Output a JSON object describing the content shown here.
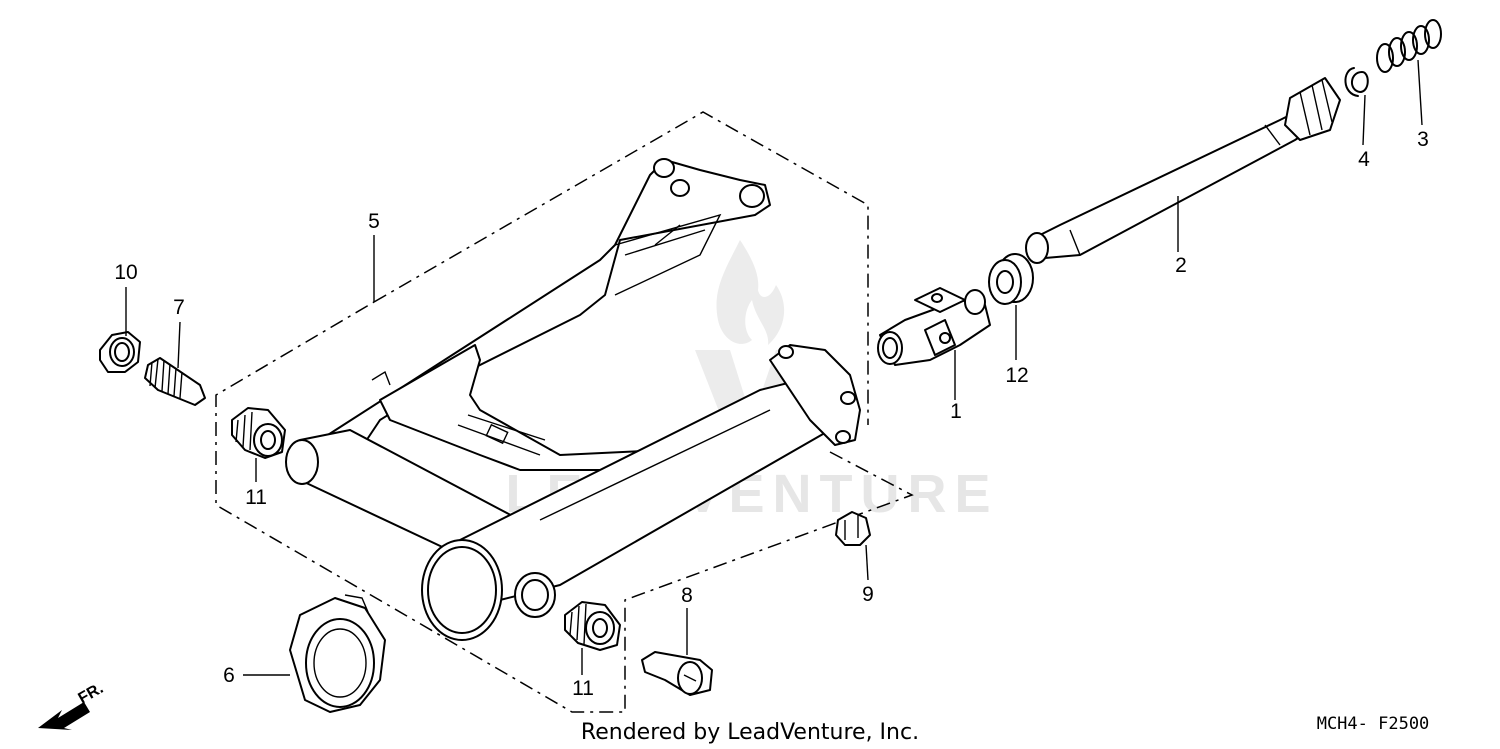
{
  "diagram": {
    "watermark": {
      "text": "LEADVENTURE"
    },
    "callouts": {
      "c1": "1",
      "c2": "2",
      "c3": "3",
      "c4": "4",
      "c5": "5",
      "c6": "6",
      "c7": "7",
      "c8": "8",
      "c9": "9",
      "c10": "10",
      "c11a": "11",
      "c11b": "11",
      "c12": "12"
    },
    "direction_label": "FR.",
    "footer": {
      "credit": "Rendered by LeadVenture, Inc.",
      "code": "MCH4- F2500"
    }
  }
}
